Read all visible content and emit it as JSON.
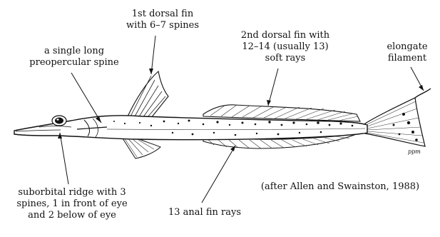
{
  "labels": {
    "first_dorsal": {
      "line1": "1st dorsal fin",
      "line2": "with 6–7 spines"
    },
    "preopercular": {
      "line1": "a single long",
      "line2": "preopercular spine"
    },
    "second_dorsal": {
      "line1": "2nd dorsal fin with",
      "line2": "12–14 (usually 13)",
      "line3": "soft rays"
    },
    "filament": {
      "line1": "elongate",
      "line2": "filament"
    },
    "suborbital": {
      "line1": "suborbital ridge with 3",
      "line2": "spines, 1 in front of eye",
      "line3": "and 2 below of eye"
    },
    "anal": {
      "line1": "13 anal fin rays"
    }
  },
  "credit": "(after Allen and Swainston, 1988)",
  "signature": "ppm"
}
